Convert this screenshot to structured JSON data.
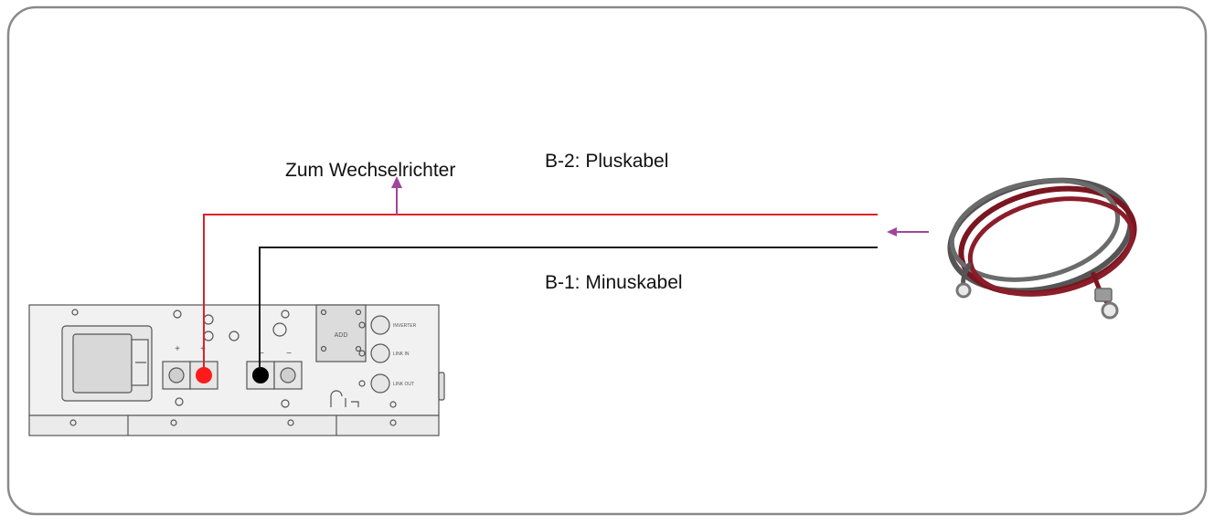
{
  "labels": {
    "inverter": "Zum Wechselrichter",
    "plus_cable": "B-2: Pluskabel",
    "minus_cable": "B-1: Minuskabel"
  },
  "device": {
    "labels": {
      "add": "ADD",
      "port1": "INVERTER",
      "port2": "LINK IN",
      "port3": "LINK OUT"
    }
  },
  "colors": {
    "frame": "#8a8a8a",
    "plus_cable": "#e0202a",
    "minus_cable": "#1a1a1a",
    "arrow": "#a0459b",
    "device_fill": "#eeeeee",
    "device_stroke": "#555555",
    "plus_terminal": "#ff1a1a",
    "minus_terminal": "#000000",
    "coil_gray": "#555555",
    "coil_red": "#7a1620"
  }
}
